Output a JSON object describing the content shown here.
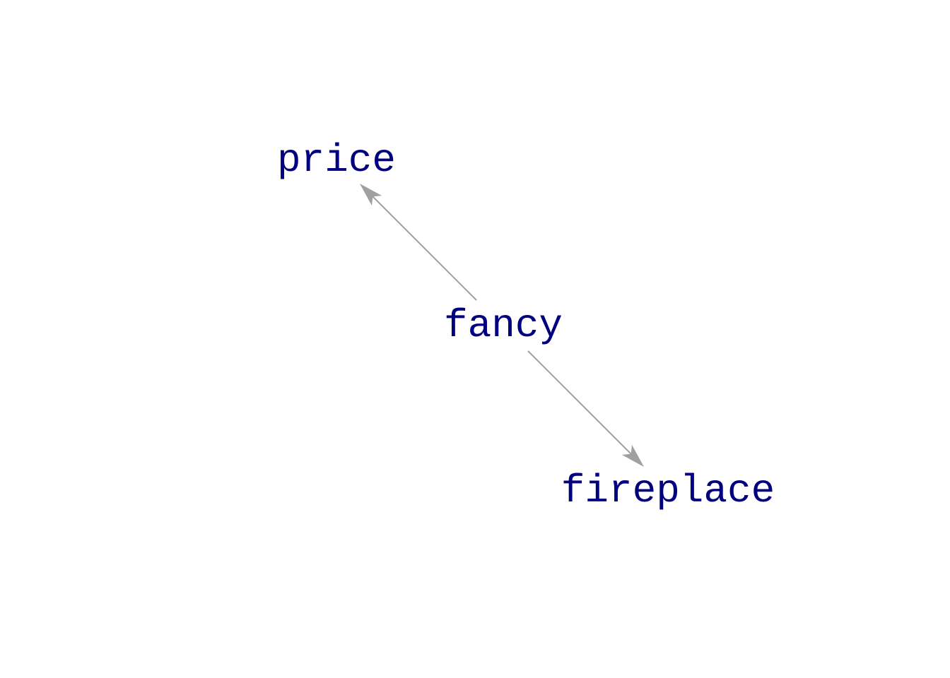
{
  "colors": {
    "node_text": "#000080",
    "edge": "#a0a0a0",
    "background": "#ffffff"
  },
  "nodes": [
    {
      "id": "price",
      "label": "price"
    },
    {
      "id": "fancy",
      "label": "fancy"
    },
    {
      "id": "fireplace",
      "label": "fireplace"
    }
  ],
  "edges": [
    {
      "from": "fancy",
      "to": "price"
    },
    {
      "from": "fancy",
      "to": "fireplace"
    }
  ]
}
